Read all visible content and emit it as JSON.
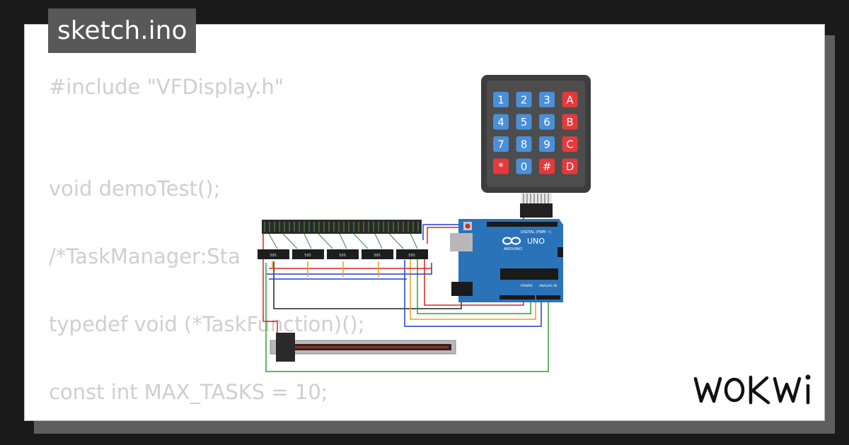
{
  "tab": {
    "title": "sketch.ino"
  },
  "code": {
    "lines": [
      "#include \"VFDisplay.h\"",
      "",
      "",
      "void demoTest();",
      "",
      "/*TaskManager:Sta",
      "",
      "typedef void (*TaskFunction)();",
      "",
      "const int MAX_TASKS = 10;"
    ]
  },
  "keypad": {
    "rows": [
      [
        "1",
        "2",
        "3",
        "A"
      ],
      [
        "4",
        "5",
        "6",
        "B"
      ],
      [
        "7",
        "8",
        "9",
        "C"
      ],
      [
        "*",
        "0",
        "#",
        "D"
      ]
    ],
    "colors": {
      "digit": "#4a8fd8",
      "letter": "#e5393b",
      "frame": "#3d3d3d"
    }
  },
  "arduino": {
    "model": "UNO",
    "brand": "ARDUINO",
    "digital_label": "DIGITAL (PWM ~)",
    "analog_label": "ANALOG IN",
    "power_label": "POWER",
    "color": "#2a73b8"
  },
  "chips": [
    {
      "label": "595"
    },
    {
      "label": "595"
    },
    {
      "label": "595"
    },
    {
      "label": "595"
    },
    {
      "label": "595"
    }
  ],
  "brand": {
    "name": "WOKWi"
  }
}
